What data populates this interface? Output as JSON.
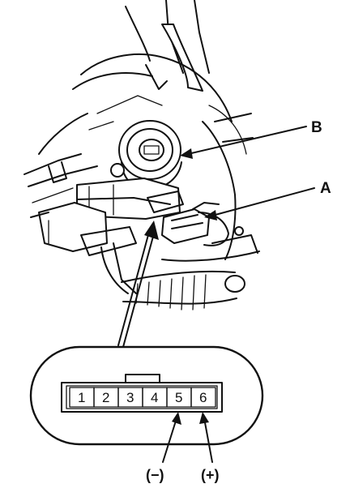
{
  "callouts": {
    "a": "A",
    "b": "B"
  },
  "connector": {
    "pins": [
      "1",
      "2",
      "3",
      "4",
      "5",
      "6"
    ],
    "terminals": {
      "negative": "(−)",
      "positive": "(+)"
    }
  },
  "icons": [
    "ignition-switch-assembly",
    "steering-column-illustration",
    "connector-face-view"
  ]
}
